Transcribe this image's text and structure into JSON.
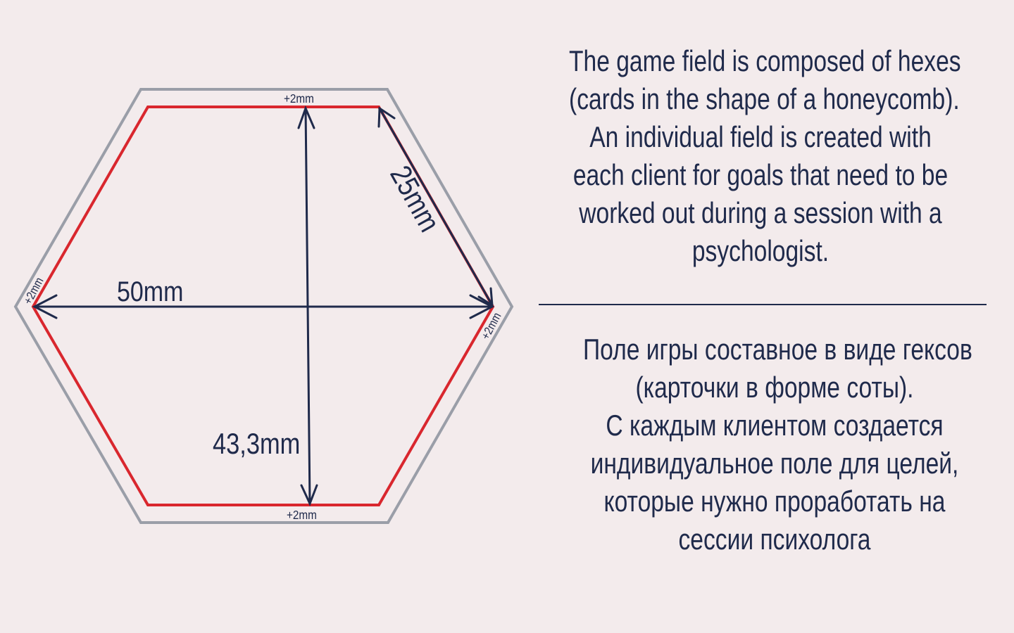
{
  "diagram": {
    "width_label": "50mm",
    "height_label": "43,3mm",
    "side_label": "25mm",
    "margin_labels": [
      "+2mm",
      "+2mm",
      "+2mm",
      "+2mm"
    ],
    "colors": {
      "outer": "#9a9ea8",
      "inner": "#d9272e",
      "arrows": "#1f2a4b",
      "background": "#f3ebec"
    }
  },
  "text_en": [
    "The game field is composed of hexes",
    "(cards in the shape of a honeycomb).",
    "An individual field is created with",
    "each client for goals that need to be",
    "worked out during a session with a",
    "psychologist."
  ],
  "text_ru": [
    "Поле игры составное в виде гексов",
    "(карточки в форме соты).",
    "С каждым клиентом создается",
    "индивидуальное поле для целей,",
    "которые нужно проработать на",
    "сессии психолога"
  ]
}
